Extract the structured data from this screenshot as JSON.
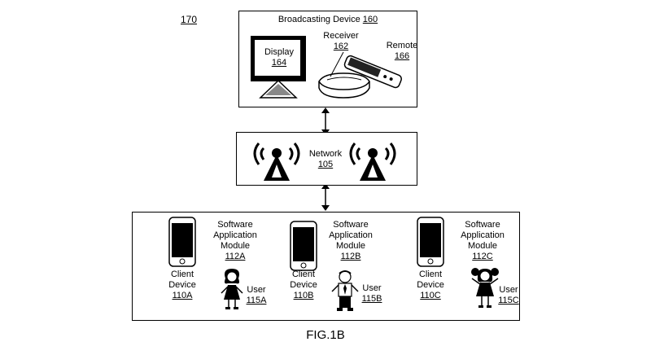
{
  "figure_ref": "170",
  "figure_caption": "FIG.1B",
  "broadcasting_device": {
    "title": "Broadcasting Device",
    "ref": "160",
    "display": {
      "label": "Display",
      "ref": "164"
    },
    "receiver": {
      "label": "Receiver",
      "ref": "162"
    },
    "remote": {
      "label": "Remote",
      "ref": "166"
    }
  },
  "network": {
    "label": "Network",
    "ref": "105"
  },
  "clients": [
    {
      "module_line1": "Software",
      "module_line2": "Application",
      "module_line3": "Module",
      "module_ref": "112A",
      "device_line1": "Client",
      "device_line2": "Device",
      "device_ref": "110A",
      "user_label": "User",
      "user_ref": "115A"
    },
    {
      "module_line1": "Software",
      "module_line2": "Application",
      "module_line3": "Module",
      "module_ref": "112B",
      "device_line1": "Client",
      "device_line2": "Device",
      "device_ref": "110B",
      "user_label": "User",
      "user_ref": "115B"
    },
    {
      "module_line1": "Software",
      "module_line2": "Application",
      "module_line3": "Module",
      "module_ref": "112C",
      "device_line1": "Client",
      "device_line2": "Device",
      "device_ref": "110C",
      "user_label": "User",
      "user_ref": "115C"
    }
  ]
}
